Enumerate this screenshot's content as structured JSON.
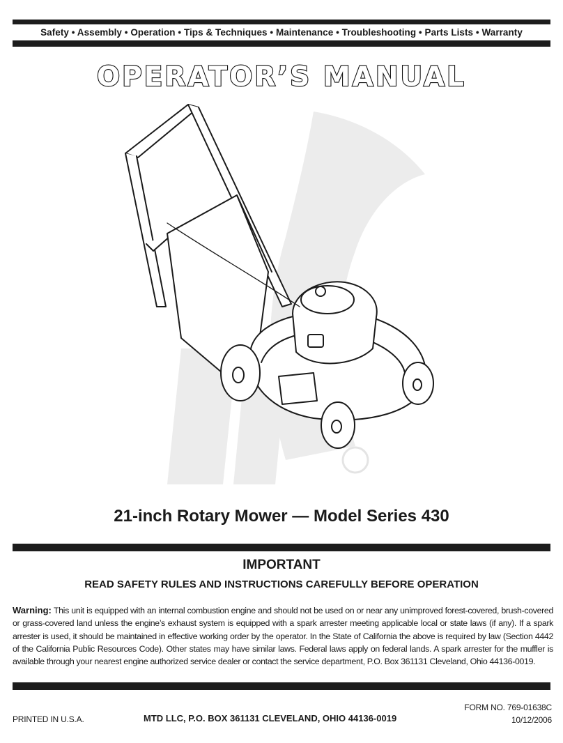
{
  "header": {
    "topics": "Safety • Assembly • Operation • Tips & Techniques • Maintenance • Troubleshooting • Parts Lists • Warranty"
  },
  "title": "OPERATOR’S MANUAL",
  "illustration": {
    "subject": "lawn-mower-with-grass-catcher",
    "watermark": "cub-cadet-style-logo"
  },
  "subtitle": "21-inch Rotary Mower — Model Series 430",
  "notice": {
    "heading": "IMPORTANT",
    "subheading": "READ SAFETY RULES AND INSTRUCTIONS CAREFULLY BEFORE OPERATION",
    "warning_label": "Warning:",
    "warning_text": " This unit is equipped with an internal combustion engine and should not be used on or near any unimproved forest-covered, brush-covered or grass-covered land unless the engine’s exhaust system is equipped with a spark arrester meeting applicable local or state laws (if any). If a spark arrester is used, it should be maintained in effective working order by the operator. In the State of California the above is required by law (Section 4442 of the California Public Resources Code). Other states may have similar laws. Federal laws apply on federal lands. A spark arrester for the muffler is available through your nearest engine authorized service dealer or contact the service department, P.O. Box 361131 Cleveland, Ohio 44136-0019."
  },
  "footer": {
    "printed": "PRINTED IN U.S.A.",
    "address": "MTD LLC, P.O. BOX 361131 CLEVELAND, OHIO 44136-0019",
    "form_no": "FORM NO. 769-01638C",
    "date": "10/12/2006"
  },
  "colors": {
    "ink": "#1a1a1a",
    "rule": "#1c1c1c",
    "paper": "#ffffff"
  }
}
